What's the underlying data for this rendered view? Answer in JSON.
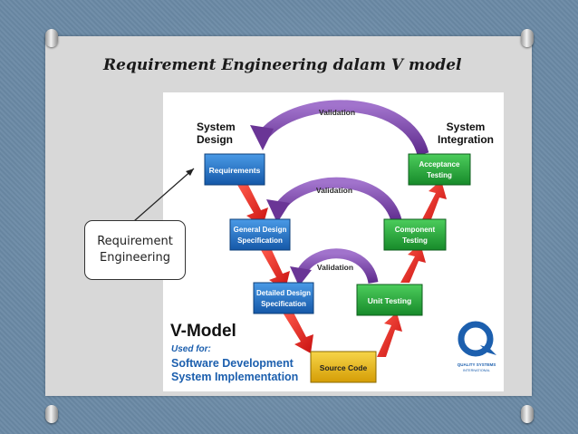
{
  "slide": {
    "title": "Requirement Engineering dalam V model",
    "callout_label": "Requirement\nEngineering"
  },
  "diagram": {
    "left_heading": [
      "System",
      "Design"
    ],
    "right_heading": [
      "System",
      "Integration"
    ],
    "validation_labels": [
      "Validation",
      "Validation",
      "Validation"
    ],
    "boxes": {
      "requirements": [
        "Requirements"
      ],
      "general_design": [
        "General Design",
        "Specification"
      ],
      "detailed_design": [
        "Detailed Design",
        "Specification"
      ],
      "source_code": [
        "Source Code"
      ],
      "unit_testing": [
        "Unit Testing"
      ],
      "component_testing": [
        "Component",
        "Testing"
      ],
      "acceptance_testing": [
        "Acceptance",
        "Testing"
      ]
    },
    "model_title": "V-Model",
    "used_for_label": "Used for:",
    "uses": [
      "Software Development",
      "System Implementation"
    ],
    "logo_letter": "Q",
    "logo_text": [
      "QUALITY SYSTEMS",
      "INTERNATIONAL"
    ]
  },
  "colors": {
    "blue_box": "#1f6fc0",
    "green_box": "#23a33a",
    "gold_box": "#e9b80f",
    "down_arrow": "#e02020",
    "validation_arrow": "#7b3fa8",
    "brand_blue": "#1c5fae"
  }
}
